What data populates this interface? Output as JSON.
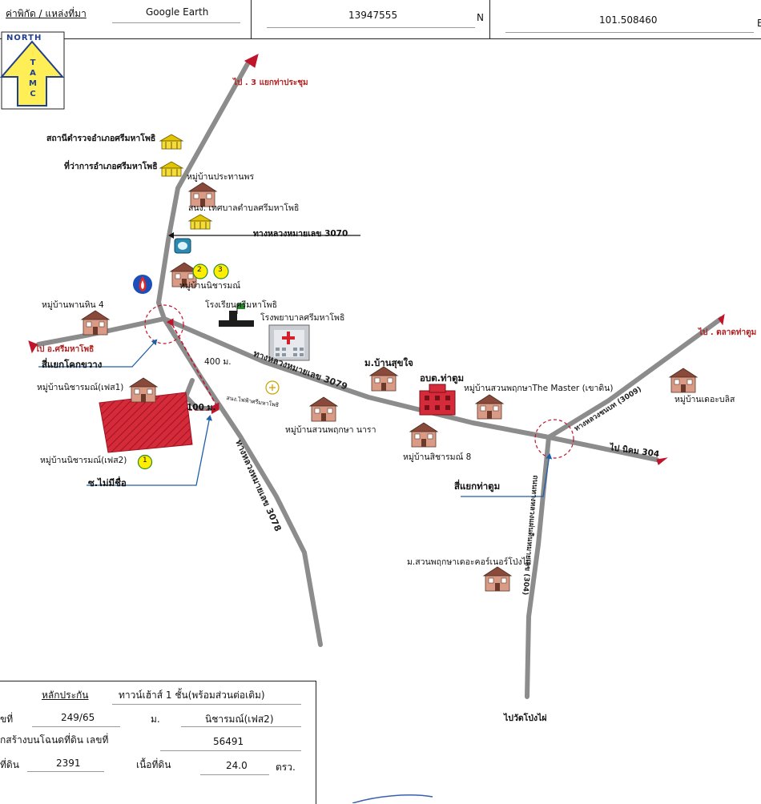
{
  "header": {
    "source_label": "ค่าพิกัด / แหล่งที่มา",
    "source_value": "Google Earth",
    "north_value": "13947555",
    "north_unit": "N",
    "east_value": "101.508460",
    "east_unit": "E"
  },
  "compass": {
    "north_text": "NORTH",
    "letters": [
      "T",
      "A",
      "M",
      "C"
    ]
  },
  "directions": {
    "top": "ไป . 3 แยกท่าประชุม",
    "left": "ไป อ.ศรีมหาโพธิ",
    "right_top": "ไป . ตลาดท่าตูม",
    "right": "ไป นิคม 304",
    "bottom": "ไปวัดโป่งไผ่"
  },
  "roads": {
    "r3070": "ทางหลวงหมายเลข 3070",
    "r3079": "ทางหลวงหมายเลข 3079",
    "r3078": "ทางหลวงหมายเลข 3078",
    "r3009": "ทางหลวงชนบท (3009)",
    "r304": "ถนนทางหลวงแผ่นดินหมายเลข (304)"
  },
  "distances": {
    "d400": "400 ม.",
    "d100": "100 ม."
  },
  "places": {
    "police": "สถานีตำรวจอำเภอศรีมหาโพธิ",
    "district_office": "ที่ว่าการอำเภอศรีมหาโพธิ",
    "prathanporn": "หมู่บ้านประทานพร",
    "municipal": "สนง. เทศบาลตำบลศรีมหาโพธิ",
    "nicharam": "หมู่บ้านนิชารมณ์",
    "panhin": "หมู่บ้านพานหิน 4",
    "school": "โรงเรียนศรีมหาโพธิ",
    "hospital": "โรงพยาบาลศรีมหาโพธิ",
    "intersection_left": "สี่แยกโคกขวาง",
    "nicharam1": "หมู่บ้านนิชารมณ์(เฟส1)",
    "nicharam2": "หมู่บ้านนิชารมณ์(เฟส2)",
    "soi": "ซ.ไม่มีชื่อ",
    "small_school": "สนง.ไฟฟ้าศรีมหาโพธิ",
    "suk_jai": "ม.บ้านสุขใจ",
    "tatoom_office": "อบต.ท่าตูม",
    "master": "หมู่บ้านสวนพฤกษาThe Master (เขาดิน)",
    "the_bliss": "หมู่บ้านเดอะบลิส",
    "nara": "หมู่บ้านสวนพฤกษา นารา",
    "sitharom8": "หมู่บ้านสิชารมณ์ 8",
    "intersection_right": "สี่แยกท่าตูม",
    "corner": "ม.สวนพฤกษาเดอะคอร์เนอร์โป่งไผ่"
  },
  "badges": {
    "b1": "1",
    "b2": "2",
    "b3": "3"
  },
  "table": {
    "collateral_label": "หลักประกัน",
    "collateral_value": "ทาวน์เฮ้าส์ 1 ชั้น(พร้อมส่วนต่อเติม)",
    "house_no_label": "ขที่",
    "house_no_value": "249/65",
    "moo_label": "ม.",
    "moo_value": "นิชารมณ์(เฟส2)",
    "deed_label": "กสร้างบนโฉนดที่ดิน เลขที่",
    "deed_value": "56491",
    "land_no_label": "ที่ดิน",
    "land_no_value": "2391",
    "area_label": "เนื้อที่ดิน",
    "area_value": "24.0",
    "area_unit": "ตรว."
  },
  "colors": {
    "road": "#8c8c8c",
    "arrow_red": "#c0142c",
    "plot_red": "#d42a3a",
    "callout_blue": "#1f5fa8",
    "compass_yellow": "#ffee55",
    "badge_yellow": "#ffee00",
    "house_red": "#c96b5a"
  }
}
